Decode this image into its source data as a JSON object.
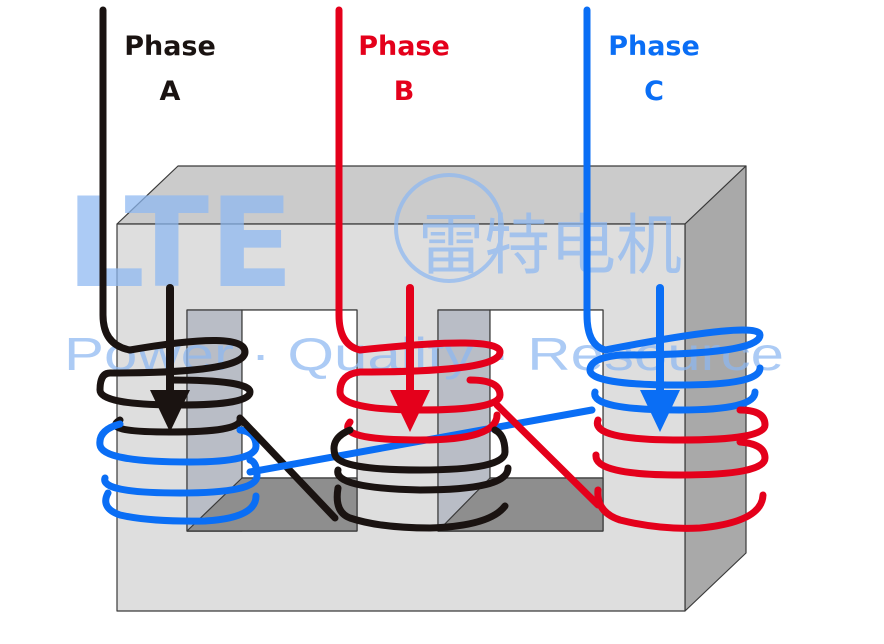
{
  "phases": [
    {
      "id": "a",
      "title": "Phase",
      "letter": "A",
      "color": "#1a1311"
    },
    {
      "id": "b",
      "title": "Phase",
      "letter": "B",
      "color": "#e4001b"
    },
    {
      "id": "c",
      "title": "Phase",
      "letter": "C",
      "color": "#0a6ef5"
    }
  ],
  "watermark": {
    "letters": "LTE",
    "chinese": "雷特电机",
    "slogan": "Power · Quality · Resource",
    "color": "#8db8f2"
  },
  "core": {
    "front_color": "#dedede",
    "top_color": "#cbcbcb",
    "side_color": "#a9a9a9",
    "window_color": "#8e8e8e"
  }
}
